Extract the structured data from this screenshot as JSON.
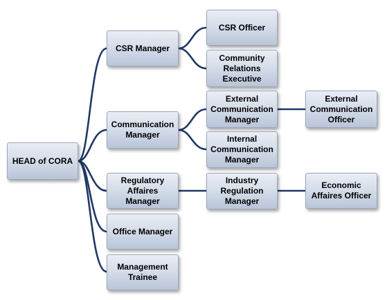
{
  "org_chart": {
    "head": "HEAD of CORA",
    "csr_manager": "CSR Manager",
    "csr_officer": "CSR Officer",
    "community_relations_executive": "Community\nRelations\nExecutive",
    "communication_manager": "Communication\nManager",
    "external_communication_manager": "External\nCommunication\nManager",
    "external_communication_officer": "External\nCommunication\nOfficer",
    "internal_communication_manager": "Internal\nCommunication\nManager",
    "regulatory_affaires_manager": "Regulatory\nAffaires Manager",
    "industry_regulation_manager": "Industry\nRegulation\nManager",
    "economic_affaires_officer": "Economic\nAffaires Officer",
    "office_manager": "Office Manager",
    "management_trainee": "Management\nTrainee"
  },
  "colors": {
    "connector": "#1f3864",
    "box_gradient_top": "#e9edf5",
    "box_gradient_bottom": "#b9c5d8",
    "box_border": "#9da8bb"
  }
}
